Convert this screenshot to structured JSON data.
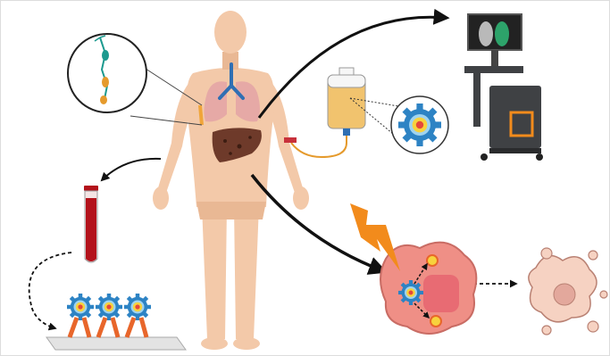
{
  "figure": {
    "panels": [
      {
        "id": "patient",
        "depicts": "human-body-with-lungs-and-liver"
      },
      {
        "id": "neuron-inset",
        "depicts": "magnified-nerve-fibre"
      },
      {
        "id": "blood-tube",
        "depicts": "blood-sample-tube"
      },
      {
        "id": "neuron-culture",
        "depicts": "cultured-neurons-on-slide"
      },
      {
        "id": "infusion",
        "depicts": "infusion-bag-with-nanoparticles"
      },
      {
        "id": "nanoparticle-inset",
        "depicts": "magnified-nanoparticle"
      },
      {
        "id": "imaging",
        "depicts": "imaging-workstation-with-lung-scan"
      },
      {
        "id": "tumor-cell",
        "depicts": "cancer-cell-targeted-by-energy"
      },
      {
        "id": "dead-cell",
        "depicts": "fragmented-apoptotic-cell"
      }
    ]
  },
  "colors": {
    "skin": "#f3c9a9",
    "skin_shade": "#e9b894",
    "lung": "#e6a9a6",
    "airway": "#2f6fb3",
    "liver": "#6e3a2a",
    "blood": "#b3121b",
    "nanoparticle_gear": "#2d83c4",
    "nanoparticle_core": "#f7d23d",
    "tumor_cell": "#ef8f86",
    "nucleus": "#e86b73",
    "lightning": "#f28b1c",
    "neuron_teal": "#1d9a8f",
    "neuron_orange": "#e59a2c",
    "dead_cell": "#f6d2c2",
    "machine": "#3f4144",
    "arrow": "#111111"
  }
}
